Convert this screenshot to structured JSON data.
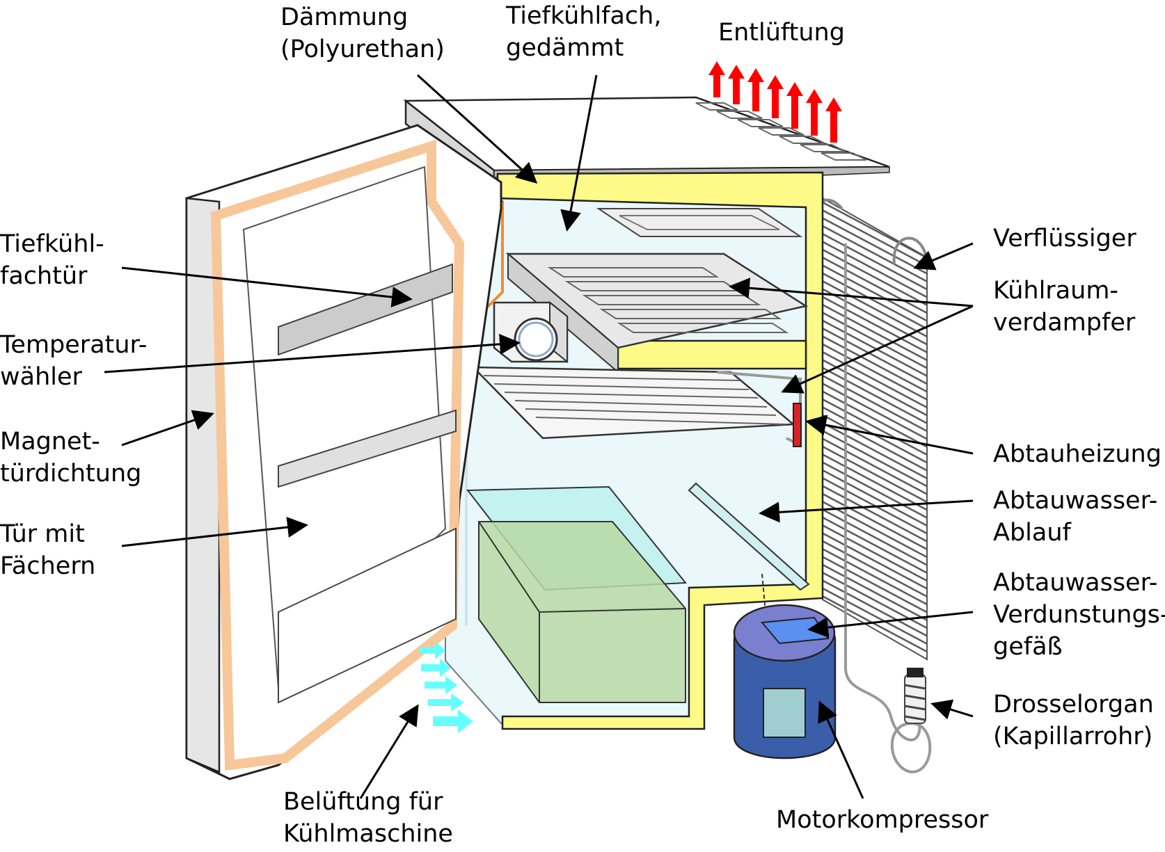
{
  "labels": {
    "daemmung": "Dämmung\n(Polyurethan)",
    "tiefkuehlfach": "Tiefkühlfach,\ngedämmt",
    "entlueftung": "Entlüftung",
    "verfluessiger": "Verflüssiger",
    "kuehlraumverdampfer": "Kühlraum-\nverdampfer",
    "tiefkuehlfachtuer": "Tiefkühl-\nfachtür",
    "temperaturwaehler": "Temperatur-\nwähler",
    "magnettuerdichtung": "Magnet-\ntürdichtung",
    "tuer_mit_faechern": "Tür mit\nFächern",
    "abtauheizung": "Abtauheizung",
    "abtauwasser_ablauf": "Abtauwasser-\nAblauf",
    "abtauwasser_verdunstungsgefaess": "Abtauwasser-\nVerdunstungs-\ngefäß",
    "drosselorgan": "Drosselorgan\n(Kapillarrohr)",
    "motorkompressor": "Motorkompressor",
    "belueftung": "Belüftung für\nKühlmaschine"
  },
  "colors": {
    "insulation": "#fdfa87",
    "gasket": "#f7c79a",
    "orange_edge": "#f28c28",
    "vent_arrows": "#ff0000",
    "intake_arrows": "#66ffff",
    "compressor_body": "#3a5eaa",
    "compressor_top": "#7b7fcf",
    "evaporation_tray": "#5b8ff0",
    "crisper": "#b9d9a3",
    "interior": "#eaf8fb",
    "heater": "#dd2222"
  }
}
